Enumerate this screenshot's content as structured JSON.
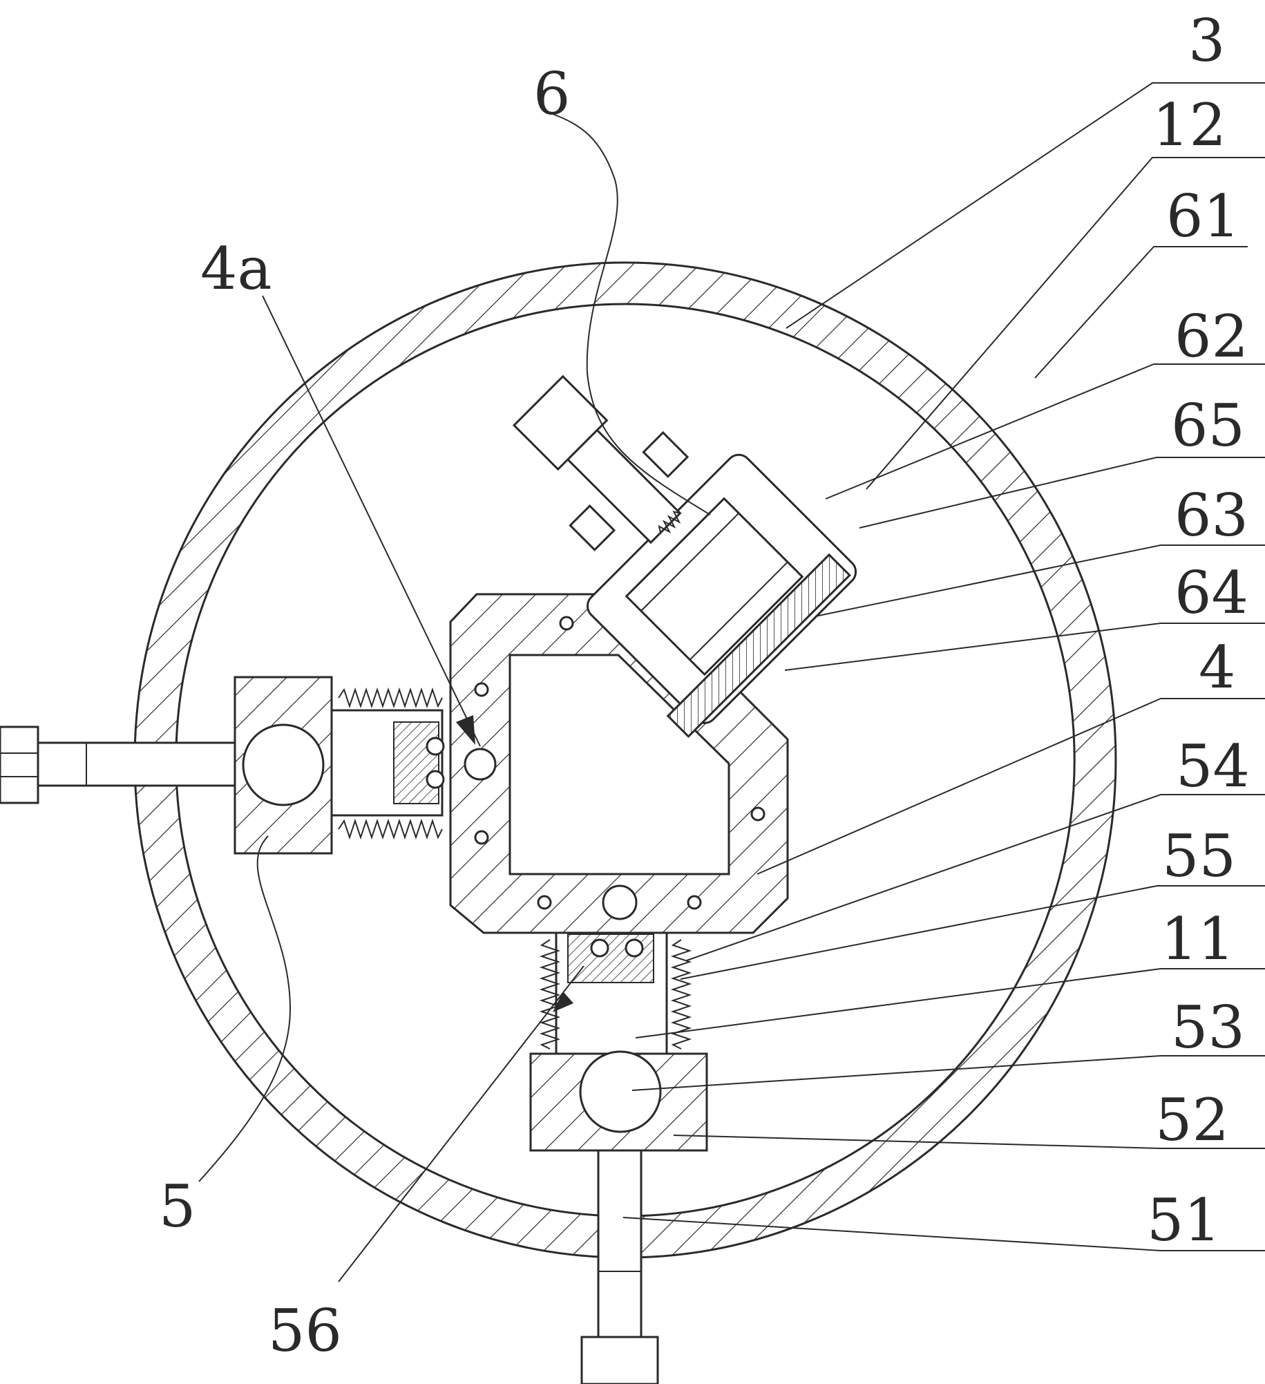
{
  "drawing": {
    "labels": {
      "label_3": "3",
      "label_12": "12",
      "label_61": "61",
      "label_62": "62",
      "label_65": "65",
      "label_63": "63",
      "label_64": "64",
      "label_4": "4",
      "label_54": "54",
      "label_55": "55",
      "label_11": "11",
      "label_53": "53",
      "label_52": "52",
      "label_51": "51",
      "label_6": "6",
      "label_4a": "4a",
      "label_5": "5",
      "label_56": "56"
    },
    "colors": {
      "line": "#2a2a2a",
      "background": "#ffffff"
    }
  }
}
